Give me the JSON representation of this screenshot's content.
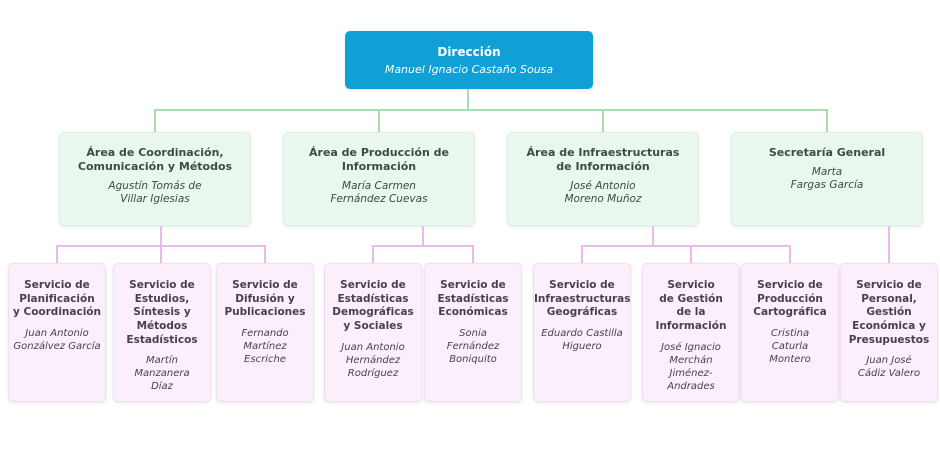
{
  "org": {
    "root": {
      "title_lines": [
        "Dirección"
      ],
      "name_lines": [
        "Manuel Ignacio Castaño Sousa"
      ]
    },
    "areas": [
      {
        "title_lines": [
          "Área de Coordinación,",
          "Comunicación y Métodos"
        ],
        "name_lines": [
          "Agustín Tomás de",
          "Villar Iglesias"
        ]
      },
      {
        "title_lines": [
          "Área de Producción de",
          "Información"
        ],
        "name_lines": [
          "María Carmen",
          "Fernández Cuevas"
        ]
      },
      {
        "title_lines": [
          "Área de Infraestructuras",
          "de Información"
        ],
        "name_lines": [
          "José Antonio",
          "Moreno Muñoz"
        ]
      },
      {
        "title_lines": [
          "Secretaría General"
        ],
        "name_lines": [
          "Marta",
          "Fargas García"
        ]
      }
    ],
    "services": [
      {
        "title_lines": [
          "Servicio de",
          "Planificación",
          "y Coordinación"
        ],
        "name_lines": [
          "Juan Antonio",
          "Gonzálvez García"
        ]
      },
      {
        "title_lines": [
          "Servicio de",
          "Estudios,",
          "Síntesis y",
          "Métodos",
          "Estadísticos"
        ],
        "name_lines": [
          "Martín",
          "Manzanera",
          "Díaz"
        ]
      },
      {
        "title_lines": [
          "Servicio de",
          "Difusión y",
          "Publicaciones"
        ],
        "name_lines": [
          "Fernando",
          "Martínez",
          "Escriche"
        ]
      },
      {
        "title_lines": [
          "Servicio de",
          "Estadísticas",
          "Demográficas",
          "y Sociales"
        ],
        "name_lines": [
          "Juan Antonio",
          "Hernández",
          "Rodríguez"
        ]
      },
      {
        "title_lines": [
          "Servicio de",
          "Estadísticas",
          "Económicas"
        ],
        "name_lines": [
          "Sonia",
          "Fernández",
          "Boniquito"
        ]
      },
      {
        "title_lines": [
          "Servicio de",
          "Infraestructuras",
          "Geográficas"
        ],
        "name_lines": [
          "Eduardo Castilla",
          "Higuero"
        ]
      },
      {
        "title_lines": [
          "Servicio",
          "de Gestión",
          "de la",
          "Información"
        ],
        "name_lines": [
          "José Ignacio",
          "Merchán",
          "Jiménez-",
          "Andrades"
        ]
      },
      {
        "title_lines": [
          "Servicio de",
          "Producción",
          "Cartográfica"
        ],
        "name_lines": [
          "Cristina",
          "Caturla",
          "Montero"
        ]
      },
      {
        "title_lines": [
          "Servicio de",
          "Personal,",
          "Gestión",
          "Económica y",
          "Presupuestos"
        ],
        "name_lines": [
          "Juan José",
          "Cádiz Valero"
        ]
      }
    ],
    "colors": {
      "root_bg": "#10A0D5",
      "root_text": "#FFFFFF",
      "area_bg": "#E9F7EE",
      "area_text": "#3E4B41",
      "service_bg": "#FBEFFB",
      "service_text": "#4A3E50",
      "connector_level1": "#A9DDB4",
      "connector_level2": "#EBB9EE"
    }
  }
}
